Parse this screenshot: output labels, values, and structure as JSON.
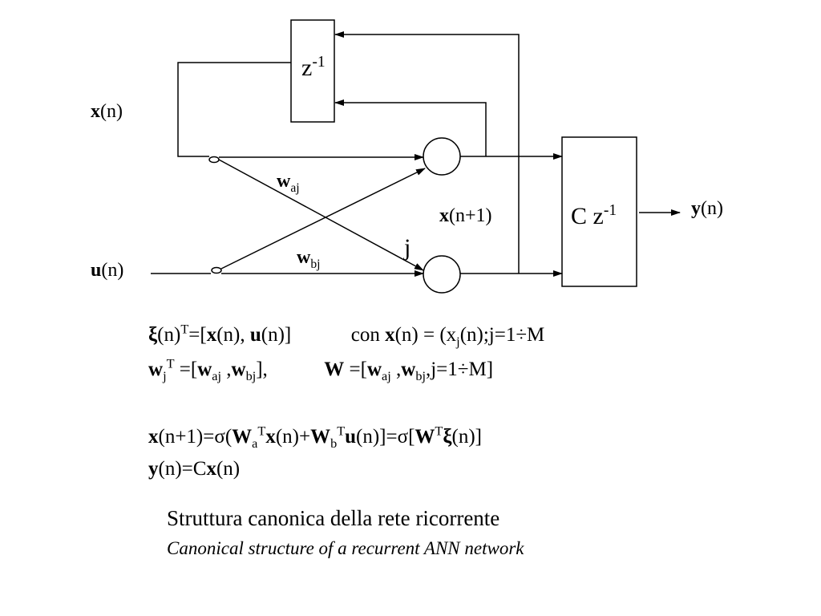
{
  "diagram": {
    "delay_box": {
      "base": "z",
      "exp": "-1"
    },
    "output_box": {
      "prefix": "C ",
      "base": "z",
      "exp": "-1"
    },
    "input_x": {
      "bold": "x",
      "rest": "(n)"
    },
    "input_u": {
      "bold": "u",
      "rest": "(n)"
    },
    "output_y": {
      "bold": "y",
      "rest": "(n)"
    },
    "state_next": {
      "bold": "x",
      "rest": "(n+1)"
    },
    "weight_a": {
      "bold": "w",
      "sub": "aj"
    },
    "weight_b": {
      "bold": "w",
      "sub": "bj"
    },
    "node_j": "j"
  },
  "equations": {
    "xi_line": {
      "xi": "ξ",
      "p1": "(n)",
      "sup1": "T",
      "p2": "=[",
      "x": "x",
      "p3": "(n), ",
      "u": "u",
      "p4": "(n)]",
      "con": "con ",
      "cx": "x",
      "p5": "(n) = (x",
      "sub_j": "j",
      "p6": "(n);j=1÷M"
    },
    "w_line": {
      "w": "w",
      "sub_j": "j",
      "sup_t": "T",
      "p1": " =[",
      "w2": "w",
      "sub_aj": "aj",
      "p2": " ,",
      "w3": "w",
      "sub_bj": "bj",
      "p3": "],",
      "W": "W",
      "p4": " =[",
      "w4": "w",
      "sub_aj2": "aj",
      "p5": " ,",
      "w5": "w",
      "sub_bj2": "bj",
      "p6": ",j=1÷M]"
    },
    "state_eq": {
      "x": "x",
      "p1": "(n+1)=σ(",
      "Wa": "W",
      "sub_a": "a",
      "sup_t1": "T",
      "x2": "x",
      "p2": "(n)+",
      "Wb": "W",
      "sub_b": "b",
      "sup_t2": "T",
      "u": "u",
      "p3": "(n)]=σ[",
      "W": "W",
      "sup_t3": "T",
      "xi": "ξ",
      "p4": "(n)]"
    },
    "output_eq": {
      "y": "y",
      "p1": "(n)=C",
      "x": "x",
      "p2": "(n)"
    }
  },
  "caption": {
    "italian": "Struttura canonica della rete ricorrente",
    "english": "Canonical structure of a recurrent ANN network"
  }
}
